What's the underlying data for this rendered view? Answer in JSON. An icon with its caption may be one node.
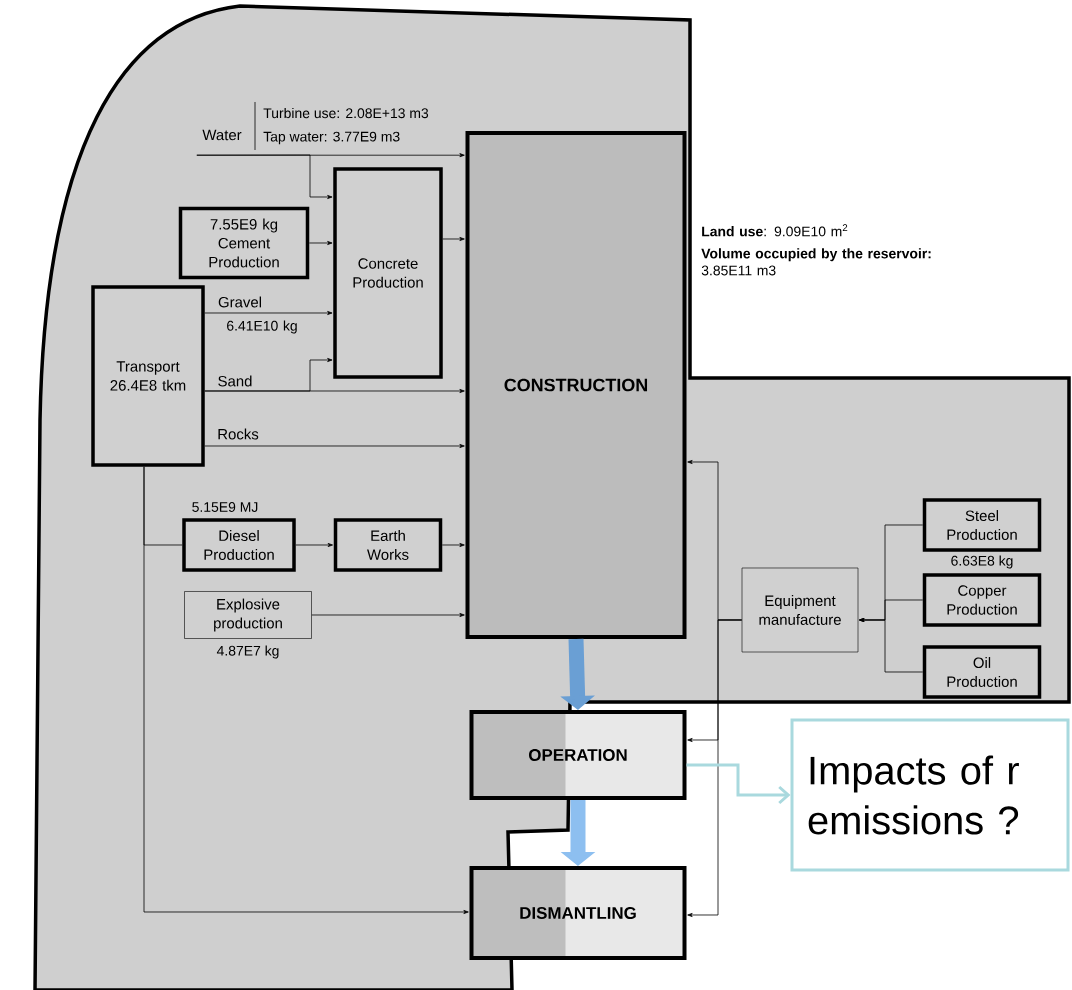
{
  "diagram": {
    "nodes": [
      {
        "text": [
          "Water"
        ],
        "beside": [
          "Turbine use: 2.08E+13 m3",
          "Tap water: 3.77E9 m3"
        ]
      },
      {
        "text": [
          "7.55E9 kg",
          "Cement Production"
        ]
      },
      {
        "text": [
          "Concrete Production"
        ]
      },
      {
        "text": [
          "Transport",
          "26.4E8 tkm"
        ]
      },
      {
        "text": [
          "CONSTRUCTION"
        ]
      },
      {
        "text": [
          "Diesel Production"
        ],
        "beside": [
          "5.15E9 MJ"
        ]
      },
      {
        "text": [
          "Earth Works"
        ]
      },
      {
        "text": [
          "Explosive production"
        ],
        "beside": [
          "4.87E7 kg"
        ]
      },
      {
        "text": [
          "Equipment manufacture"
        ]
      },
      {
        "text": [
          "Steel Production"
        ],
        "beside": [
          "6.63E8 kg"
        ]
      },
      {
        "text": [
          "Copper Production"
        ]
      },
      {
        "text": [
          "Oil Production"
        ]
      },
      {
        "text": [
          "OPERATION"
        ]
      },
      {
        "text": [
          "DISMANTLING"
        ]
      },
      {
        "text": [
          "Impacts of r emissions ?"
        ]
      }
    ],
    "edges": [
      {
        "from": 0,
        "to": 4,
        "arrow": "to"
      },
      {
        "from": 0,
        "to": 2,
        "arrow": "to"
      },
      {
        "from": 1,
        "to": 2,
        "arrow": "to"
      },
      {
        "from": 3,
        "to": 2,
        "arrow": "to",
        "label": "Gravel"
      },
      {
        "from": 3,
        "to": 4,
        "arrow": "to",
        "label": "Sand"
      },
      {
        "from": 3,
        "to": 2,
        "arrow": "to"
      },
      {
        "from": 3,
        "to": 4,
        "arrow": "to",
        "label": "Rocks"
      },
      {
        "from": 2,
        "to": 4,
        "arrow": "to"
      },
      {
        "from": 3,
        "to": 5,
        "arrow": "none"
      },
      {
        "from": 5,
        "to": 6,
        "arrow": "to"
      },
      {
        "from": 6,
        "to": 4,
        "arrow": "to"
      },
      {
        "from": 7,
        "to": 4,
        "arrow": "to"
      },
      {
        "from": 3,
        "to": 13,
        "arrow": "to"
      },
      {
        "from": 9,
        "to": 8,
        "arrow": "to"
      },
      {
        "from": 10,
        "to": 8,
        "arrow": "to"
      },
      {
        "from": 11,
        "to": 8,
        "arrow": "to"
      },
      {
        "from": 8,
        "to": 4,
        "arrow": "to"
      },
      {
        "from": 8,
        "to": 12,
        "arrow": "to"
      },
      {
        "from": 8,
        "to": 13,
        "arrow": "to"
      },
      {
        "from": 4,
        "to": 12,
        "arrow": "to",
        "style": "thick",
        "color": "#6a9fd4"
      },
      {
        "from": 12,
        "to": 13,
        "arrow": "to",
        "style": "thick",
        "color": "#8dbff0"
      },
      {
        "from": 12,
        "to": 14,
        "arrow": "to",
        "style": "thick",
        "color": "#a9d9de"
      }
    ],
    "labels": [
      "**Land use**: 9.09E10 m$^{2}$",
      "**Volume occupied by the reservoir:** 3.85E11 m3",
      "6.41E10 kg"
    ]
  }
}
